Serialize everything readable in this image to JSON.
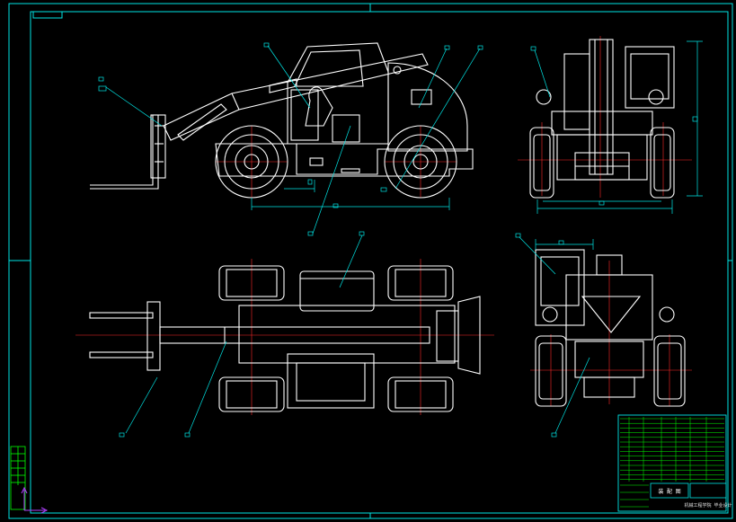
{
  "drawing": {
    "subject": "telehandler-forklift-general-assembly",
    "views": [
      "side-view",
      "front-view",
      "top-view",
      "rear-view"
    ],
    "colors": {
      "background": "#000000",
      "border": "#00e5e5",
      "outline": "#ffffff",
      "centerline": "#ff2a2a",
      "dimension": "#00e5e5",
      "leader": "#00e5e5",
      "titleblock": "#00ff00"
    }
  },
  "title_block": {
    "title_label": "装 配 图",
    "company_label": "机械工程学院 毕业设计"
  }
}
